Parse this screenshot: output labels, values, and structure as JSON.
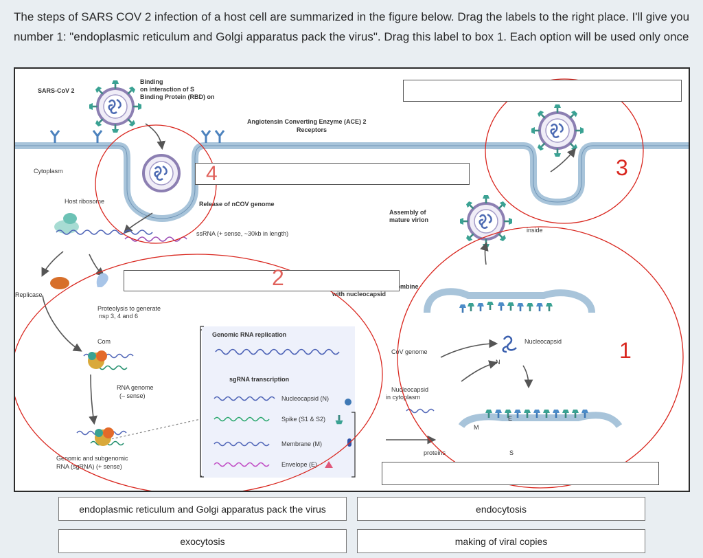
{
  "prompt_text": "The steps of SARS COV 2 infection of a host cell are summarized in the figure below. Drag the labels to the right place. I'll give you number 1: \"endoplasmic reticulum and Golgi apparatus pack the virus\". Drag this label to box 1. Each option will be used only once",
  "figure": {
    "labels": {
      "sars": "SARS-CoV 2",
      "binding1": "Binding",
      "binding2": "on interaction of S",
      "binding3": "Binding Protein (RBD) on",
      "ace1": "Angiotensin Converting Enzyme (ACE) 2",
      "ace2": "Receptors",
      "cytoplasm": "Cytoplasm",
      "ribosome": "Host ribosome",
      "release": "Release of nCOV genome",
      "ssrna": "ssRNA (+ sense, ~30kb in length)",
      "assembly1": "Assembly of",
      "assembly2": "mature virion",
      "inside": "inside",
      "replicase": "Replicase",
      "proteolysis1": "Proteolysis to generate",
      "proteolysis2": "nsp 3, 4 and 6",
      "sem1": "S, E, and M proteins combine",
      "sem2": "with nucleocapsid",
      "genomic_rep": "Genomic RNA replication",
      "sgrna": "sgRNA transcription",
      "nucleocapsid_n": "Nucleocapsid (N)",
      "spike": "Spike (S1 & S2)",
      "membrane": "Membrane (M)",
      "envelope": "Envelope (E)",
      "cov_genome": "CoV genome",
      "nucleocapsid_cyto1": "Nucleocapsid",
      "nucleocapsid_cyto2": "in cytoplasm",
      "rna_genome1": "RNA genome",
      "rna_genome2": "(– sense)",
      "genomic_sub1": "Genomic and subgenomic",
      "genomic_sub2": "RNA (sgRNA) (+ sense)",
      "nucleocapsid_right": "Nucleocapsid",
      "proteins": "proteins",
      "m_label": "M",
      "e_label": "E",
      "n_label": "N",
      "s_label": "S",
      "com": "Com"
    },
    "numbers": {
      "n1": "1",
      "n2": "2",
      "n3": "3",
      "n4": "4"
    },
    "annotation_color": "#d9271f"
  },
  "options": [
    {
      "id": "er-golgi",
      "label": "endoplasmic reticulum and Golgi apparatus pack the virus"
    },
    {
      "id": "endocytosis",
      "label": "endocytosis"
    },
    {
      "id": "exocytosis",
      "label": "exocytosis"
    },
    {
      "id": "viral-copies",
      "label": "making of viral copies"
    }
  ]
}
